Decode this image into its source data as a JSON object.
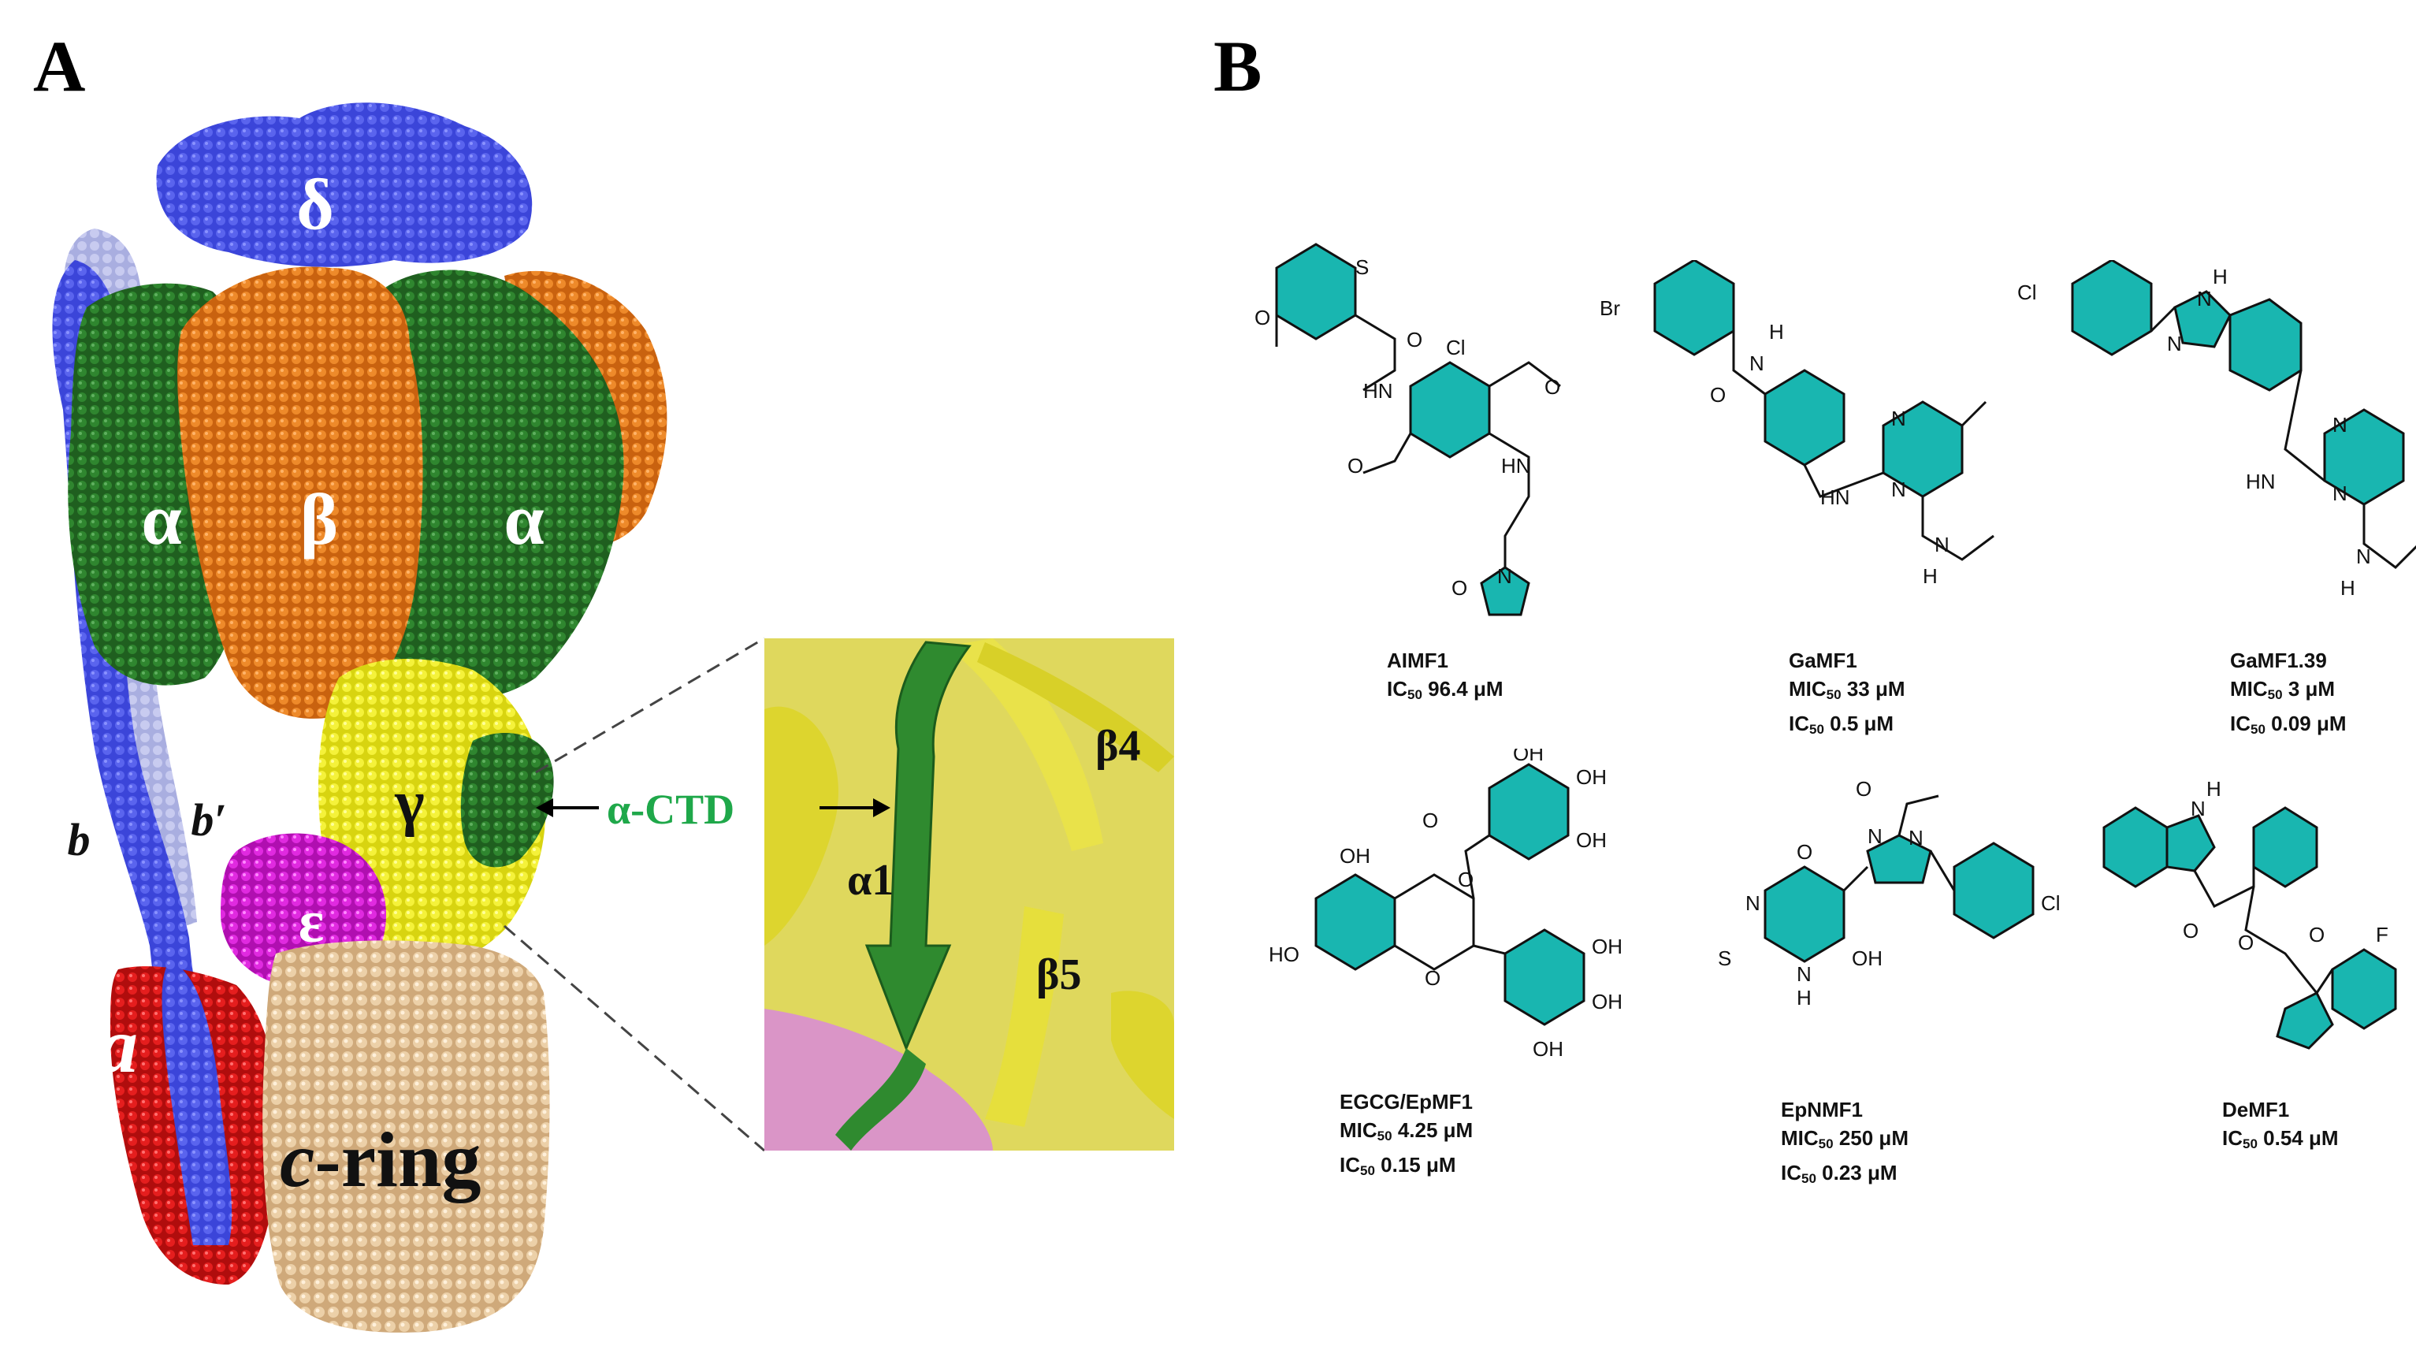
{
  "panels": {
    "a": "A",
    "b": "B"
  },
  "structure": {
    "subunit_labels": {
      "delta": "δ",
      "alpha_left": "α",
      "beta": "β",
      "alpha_right": "α",
      "gamma": "γ",
      "epsilon": "ε",
      "b": "b",
      "b_prime": "b′",
      "a": "a",
      "c_ring_italic": "c",
      "c_ring_rest": "-ring"
    },
    "ctd_label": "α-CTD",
    "inset_labels": {
      "alpha1": "α1",
      "beta4": "β4",
      "beta5": "β5"
    },
    "colors": {
      "delta": "#3b45d9",
      "alpha": "#2a7a2a",
      "beta": "#e07a1e",
      "gamma": "#f0ee2a",
      "epsilon": "#d81fd8",
      "b": "#3b45d9",
      "b_prime": "#b8bde8",
      "a": "#dd1b1b",
      "c_ring": "#e8c9a0",
      "ctd_text": "#1fa84a",
      "inset_strand": "#2f8a2f",
      "inset_helix": "#e8e04a",
      "inset_pink": "#d98ad9"
    }
  },
  "compounds": [
    {
      "name": "AIMF1",
      "lines": [
        {
          "metric": "IC",
          "sub": "50",
          "value": " 96.4 μM"
        }
      ]
    },
    {
      "name": "GaMF1",
      "lines": [
        {
          "metric": "MIC",
          "sub": "50",
          "value": " 33 μM"
        },
        {
          "metric": "IC",
          "sub": "50",
          "value": " 0.5 μM"
        }
      ]
    },
    {
      "name": "GaMF1.39",
      "lines": [
        {
          "metric": "MIC",
          "sub": "50",
          "value": " 3 μM"
        },
        {
          "metric": "IC",
          "sub": "50",
          "value": " 0.09 μM"
        }
      ]
    },
    {
      "name": "EGCG/EpMF1",
      "lines": [
        {
          "metric": "MIC",
          "sub": "50",
          "value": " 4.25 μM"
        },
        {
          "metric": "IC",
          "sub": "50",
          "value": " 0.15 μM"
        }
      ]
    },
    {
      "name": "EpNMF1",
      "lines": [
        {
          "metric": "MIC",
          "sub": "50",
          "value": " 250 μM"
        },
        {
          "metric": "IC",
          "sub": "50",
          "value": " 0.23 μM"
        }
      ]
    },
    {
      "name": "DeMF1",
      "lines": [
        {
          "metric": "IC",
          "sub": "50",
          "value": " 0.54 μM"
        }
      ]
    }
  ],
  "atoms": {
    "aimf1": {
      "s": "S",
      "o": "O",
      "cl": "Cl",
      "nh1": "HN",
      "o2": "O",
      "o3": "O",
      "nh2": "HN",
      "n": "N",
      "o4": "O"
    },
    "gamf1": {
      "br": "Br",
      "o": "O",
      "nh_h": "H",
      "nh_n": "N",
      "n1": "N",
      "n2": "N",
      "hn": "HN",
      "n3": "N",
      "h": "H"
    },
    "gamf139": {
      "cl": "Cl",
      "h": "H",
      "n1": "N",
      "n2": "N",
      "n3": "N",
      "n4": "N",
      "hn": "HN",
      "n5": "N",
      "h2": "H"
    },
    "egcg": {
      "oh1": "OH",
      "oh2": "OH",
      "oh3": "OH",
      "o1": "O",
      "o2": "O",
      "oh4": "OH",
      "ho1": "HO",
      "o3": "O",
      "oh5": "OH",
      "oh6": "OH",
      "oh7": "OH"
    },
    "epnmf1": {
      "o1": "O",
      "n1": "N",
      "n2": "N",
      "o2": "O",
      "n3": "N",
      "s": "S",
      "n4": "N",
      "h": "H",
      "oh": "OH",
      "cl": "Cl"
    },
    "demf1": {
      "h": "H",
      "n": "N",
      "o1": "O",
      "o2": "O",
      "o3": "O",
      "f": "F"
    }
  }
}
